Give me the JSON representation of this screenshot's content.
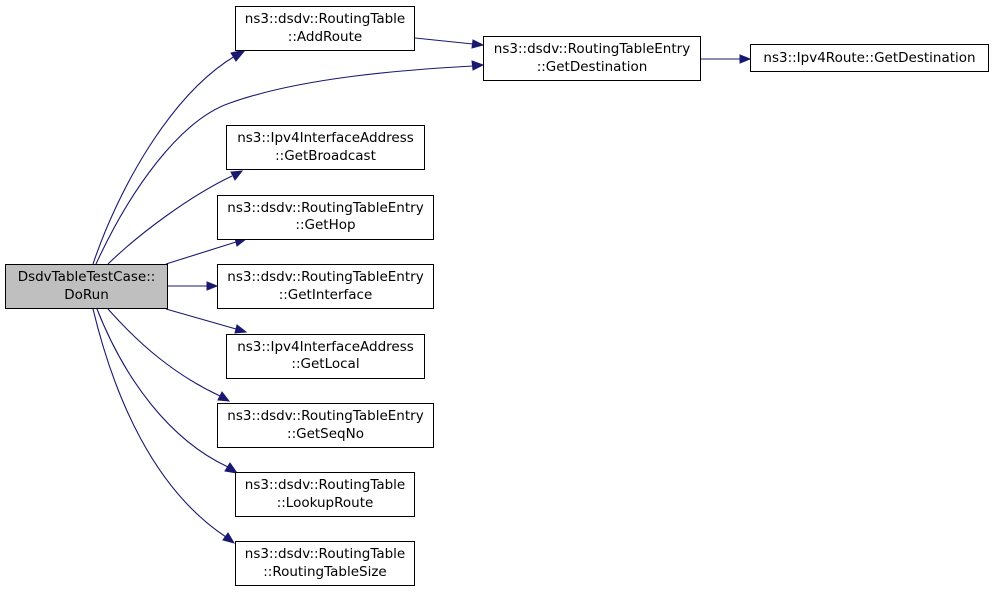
{
  "graph": {
    "root": {
      "line1": "DsdvTableTestCase::",
      "line2": "DoRun"
    },
    "nodes": {
      "add_route": {
        "line1": "ns3::dsdv::RoutingTable",
        "line2": "::AddRoute"
      },
      "entry_get_destination": {
        "line1": "ns3::dsdv::RoutingTableEntry",
        "line2": "::GetDestination"
      },
      "ipv4route_get_destination": {
        "line1": "ns3::Ipv4Route::GetDestination"
      },
      "get_broadcast": {
        "line1": "ns3::Ipv4InterfaceAddress",
        "line2": "::GetBroadcast"
      },
      "get_hop": {
        "line1": "ns3::dsdv::RoutingTableEntry",
        "line2": "::GetHop"
      },
      "get_interface": {
        "line1": "ns3::dsdv::RoutingTableEntry",
        "line2": "::GetInterface"
      },
      "get_local": {
        "line1": "ns3::Ipv4InterfaceAddress",
        "line2": "::GetLocal"
      },
      "get_seqno": {
        "line1": "ns3::dsdv::RoutingTableEntry",
        "line2": "::GetSeqNo"
      },
      "lookup_route": {
        "line1": "ns3::dsdv::RoutingTable",
        "line2": "::LookupRoute"
      },
      "routing_table_size": {
        "line1": "ns3::dsdv::RoutingTable",
        "line2": "::RoutingTableSize"
      }
    },
    "colors": {
      "edge": "#191970",
      "root_fill": "#bfbfbf",
      "node_fill": "#ffffff",
      "node_border": "#000000"
    }
  }
}
